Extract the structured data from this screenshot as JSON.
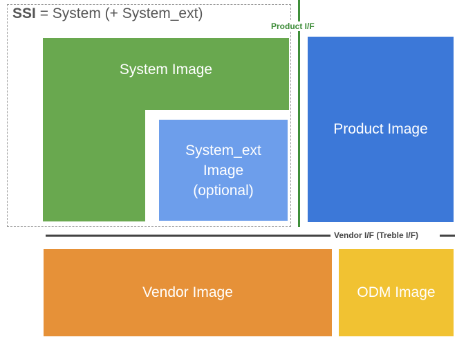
{
  "ssi": {
    "abbr": "SSI",
    "rest": " = System (+ System_ext)"
  },
  "interfaces": {
    "product": "Product I/F",
    "vendor": "Vendor I/F (Treble I/F)"
  },
  "blocks": {
    "system": "System Image",
    "system_ext": {
      "line1": "System_ext",
      "line2": "Image",
      "line3": "(optional)"
    },
    "product": "Product Image",
    "vendor": "Vendor Image",
    "odm": "ODM Image"
  },
  "colors": {
    "system": "#69a84f",
    "system_ext": "#6d9eeb",
    "product": "#3c78d8",
    "vendor": "#e69138",
    "odm": "#f1c232",
    "product_if": "#3f8f3a",
    "vendor_if": "#444444"
  }
}
